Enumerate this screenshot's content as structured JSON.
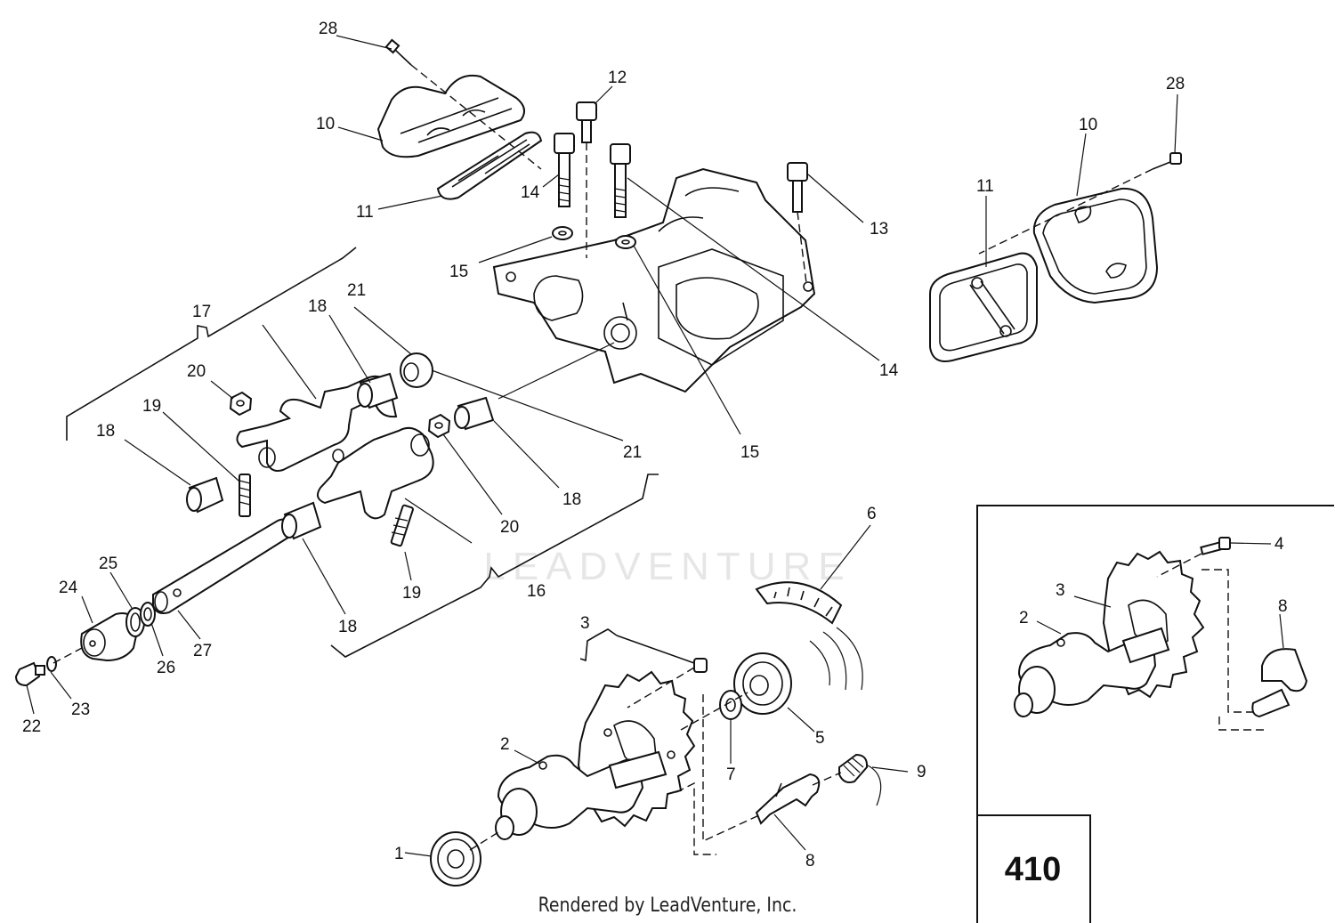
{
  "footer_text": "Rendered by LeadVenture, Inc.",
  "watermark_text": "LEADVENTURE",
  "page_number": "410",
  "callouts": [
    {
      "id": "c28a",
      "label": "28"
    },
    {
      "id": "c10a",
      "label": "10"
    },
    {
      "id": "c11a",
      "label": "11"
    },
    {
      "id": "c12",
      "label": "12"
    },
    {
      "id": "c14a",
      "label": "14"
    },
    {
      "id": "c13",
      "label": "13"
    },
    {
      "id": "c15a",
      "label": "15"
    },
    {
      "id": "c14b",
      "label": "14"
    },
    {
      "id": "c15b",
      "label": "15"
    },
    {
      "id": "c28b",
      "label": "28"
    },
    {
      "id": "c10b",
      "label": "10"
    },
    {
      "id": "c11b",
      "label": "11"
    },
    {
      "id": "c17",
      "label": "17"
    },
    {
      "id": "c18a",
      "label": "18"
    },
    {
      "id": "c21a",
      "label": "21"
    },
    {
      "id": "c20a",
      "label": "20"
    },
    {
      "id": "c19a",
      "label": "19"
    },
    {
      "id": "c18b",
      "label": "18"
    },
    {
      "id": "c21b",
      "label": "21"
    },
    {
      "id": "c18c",
      "label": "18"
    },
    {
      "id": "c20b",
      "label": "20"
    },
    {
      "id": "c25",
      "label": "25"
    },
    {
      "id": "c24",
      "label": "24"
    },
    {
      "id": "c19b",
      "label": "19"
    },
    {
      "id": "c16",
      "label": "16"
    },
    {
      "id": "c26",
      "label": "26"
    },
    {
      "id": "c27",
      "label": "27"
    },
    {
      "id": "c18d",
      "label": "18"
    },
    {
      "id": "c22",
      "label": "22"
    },
    {
      "id": "c23",
      "label": "23"
    },
    {
      "id": "c6",
      "label": "6"
    },
    {
      "id": "c3a",
      "label": "3"
    },
    {
      "id": "c5",
      "label": "5"
    },
    {
      "id": "c2a",
      "label": "2"
    },
    {
      "id": "c7",
      "label": "7"
    },
    {
      "id": "c9",
      "label": "9"
    },
    {
      "id": "c1",
      "label": "1"
    },
    {
      "id": "c8a",
      "label": "8"
    },
    {
      "id": "c4",
      "label": "4"
    },
    {
      "id": "c3b",
      "label": "3"
    },
    {
      "id": "c8b",
      "label": "8"
    },
    {
      "id": "c2b",
      "label": "2"
    }
  ]
}
